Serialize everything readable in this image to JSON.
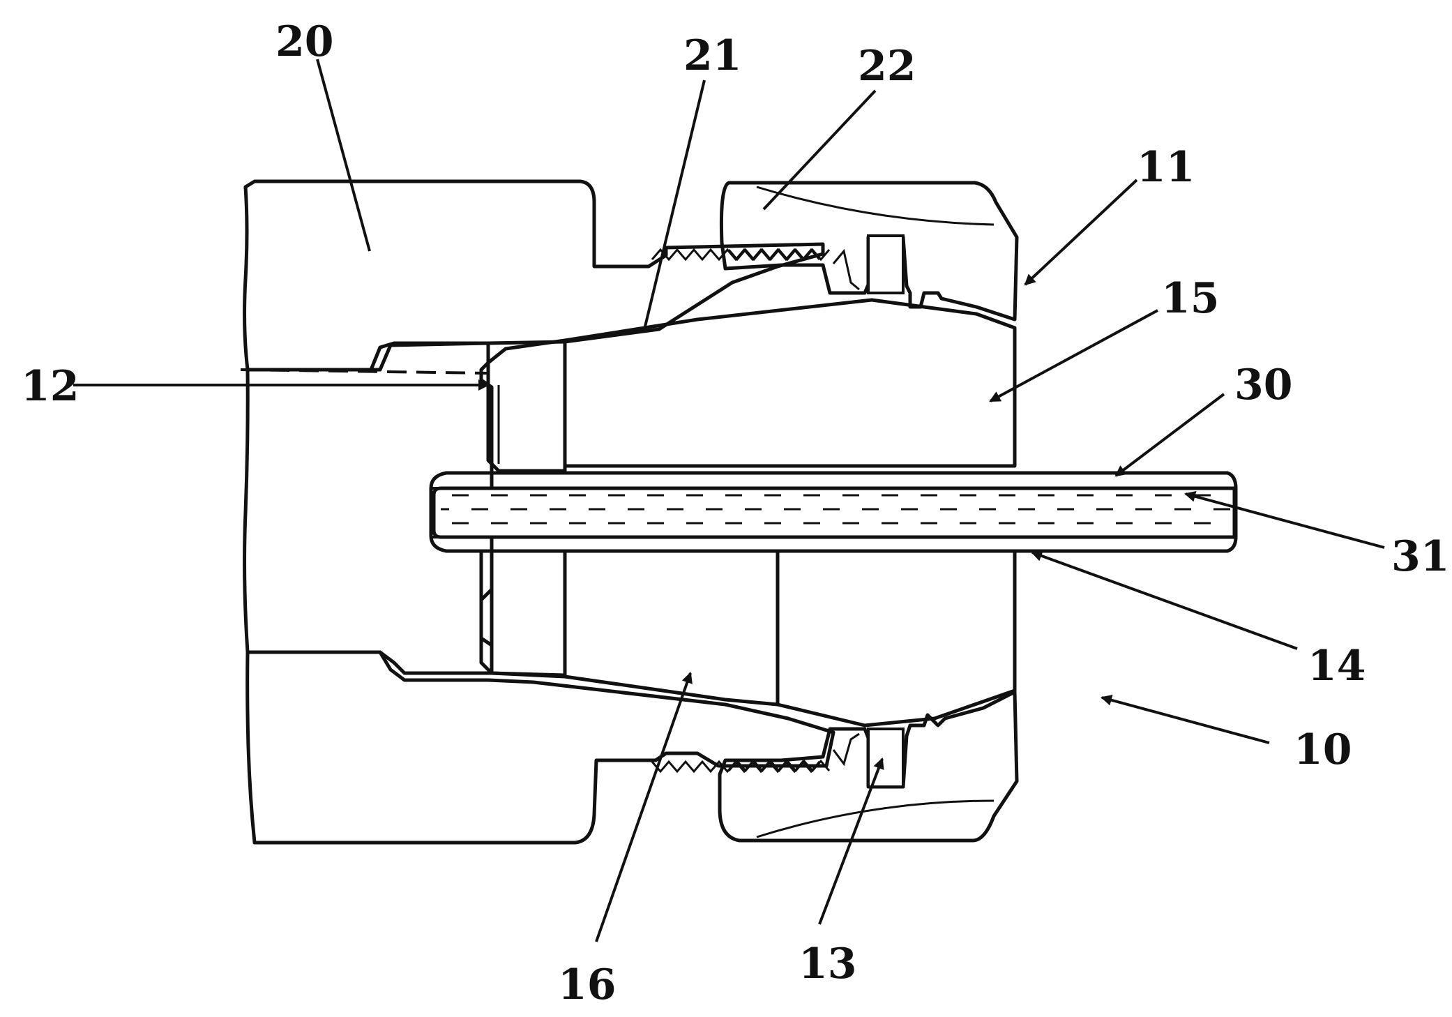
{
  "figure": {
    "reference_numerals": [
      {
        "id": "n20",
        "text": "20"
      },
      {
        "id": "n21",
        "text": "21"
      },
      {
        "id": "n22",
        "text": "22"
      },
      {
        "id": "n11",
        "text": "11"
      },
      {
        "id": "n15",
        "text": "15"
      },
      {
        "id": "n12",
        "text": "12"
      },
      {
        "id": "n30",
        "text": "30"
      },
      {
        "id": "n31",
        "text": "31"
      },
      {
        "id": "n14",
        "text": "14"
      },
      {
        "id": "n10",
        "text": "10"
      },
      {
        "id": "n16",
        "text": "16"
      },
      {
        "id": "n13",
        "text": "13"
      }
    ]
  }
}
